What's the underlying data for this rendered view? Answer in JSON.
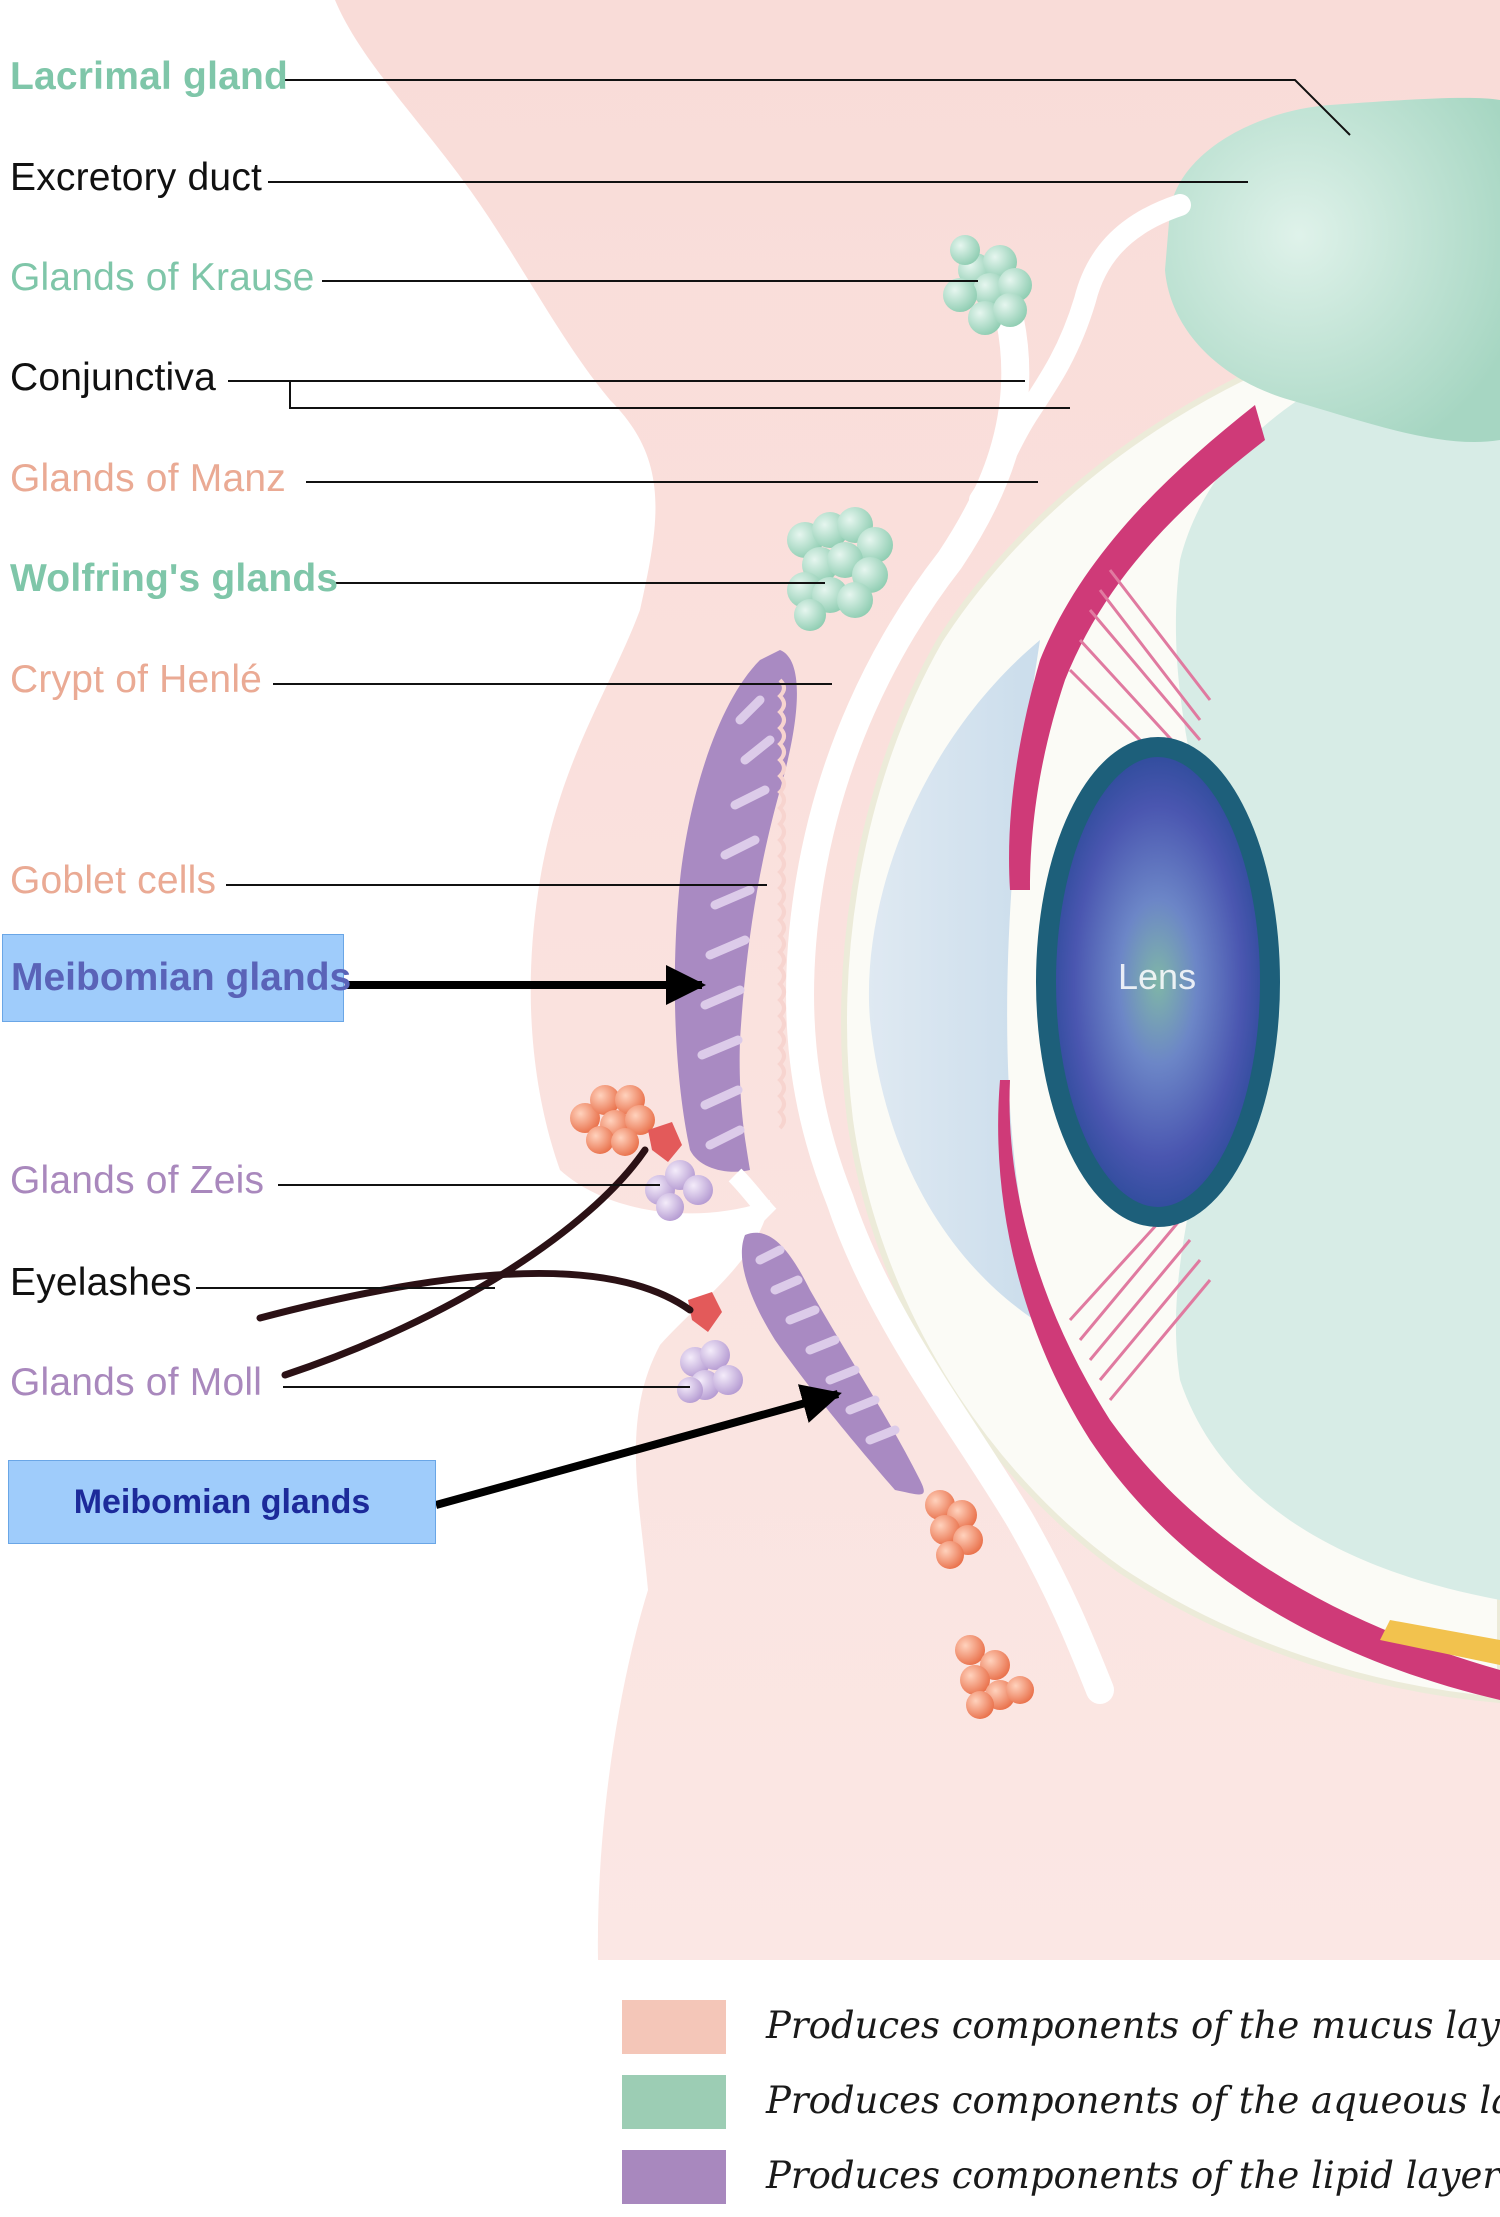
{
  "labels": {
    "lacrimal_gland": "Lacrimal gland",
    "excretory_duct": "Excretory duct",
    "glands_of_krause": "Glands of Krause",
    "conjunctiva": "Conjunctiva",
    "glands_of_manz": "Glands of Manz",
    "wolfrings_glands": "Wolfring's glands",
    "crypt_of_henle": "Crypt of Henlé",
    "goblet_cells": "Goblet cells",
    "meibomian_glands_upper": "Meibomian glands",
    "glands_of_zeis": "Glands of Zeis",
    "eyelashes": "Eyelashes",
    "glands_of_moll": "Glands of Moll",
    "meibomian_glands_lower": "Meibomian glands",
    "lens": "Lens"
  },
  "legend": [
    {
      "color": "#f4c6b8",
      "text": "Produces components of the mucus layer"
    },
    {
      "color": "#9ccdb4",
      "text": "Produces components of the aqueous layer"
    },
    {
      "color": "#a888be",
      "text": "Produces components of the lipid layer"
    }
  ],
  "colors": {
    "eyelid_tissue": "#f7d4cf",
    "aqueous_glands": "#a8dcc5",
    "mucus_glands": "#ef8e68",
    "lipid_glands": "#a98ac2",
    "highlight_box": "#9fccfb",
    "iris": "#cf3a78",
    "lens": "#3e62a8"
  }
}
